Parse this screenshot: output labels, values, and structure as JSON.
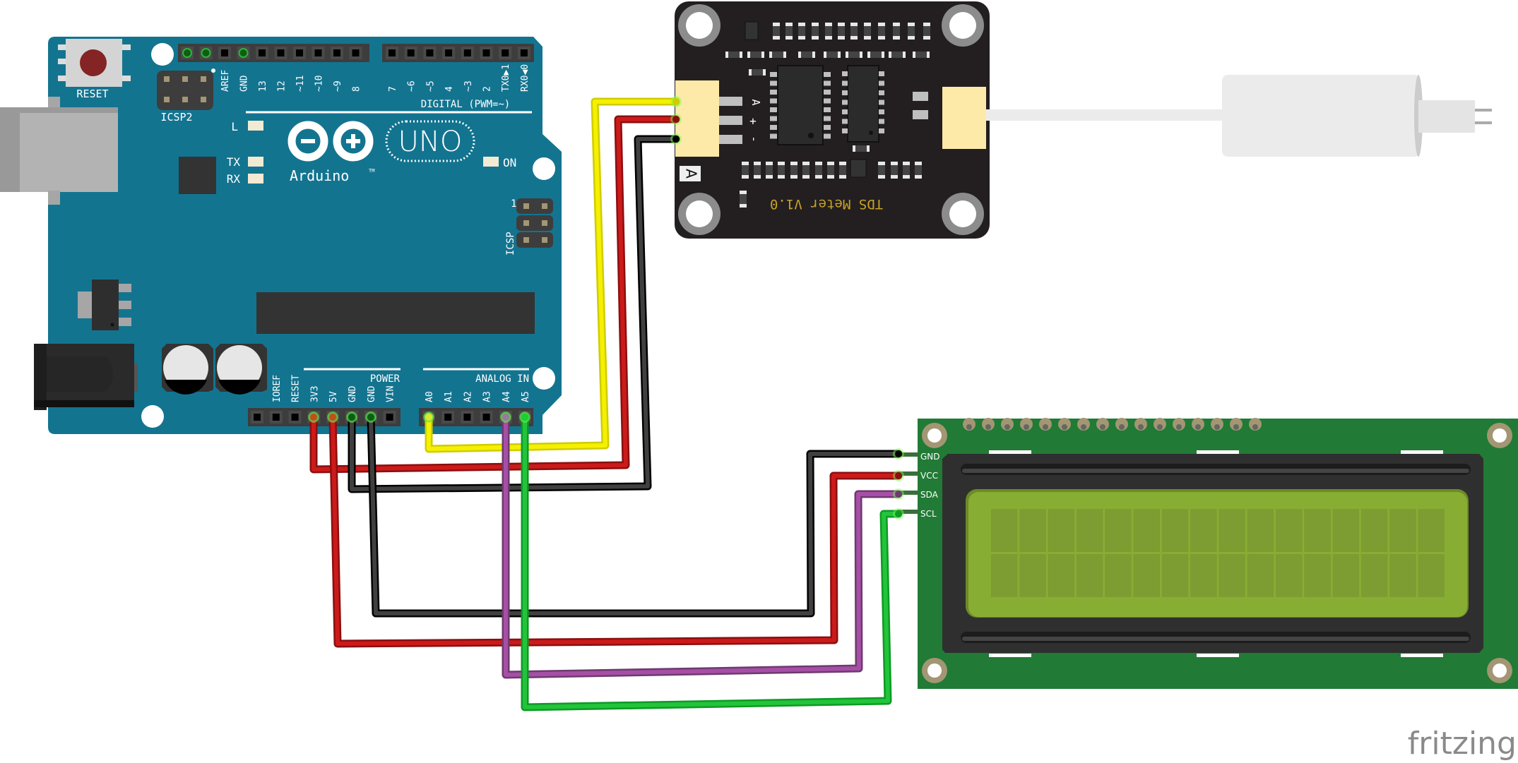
{
  "brand": {
    "watermark": "fritzing"
  },
  "arduino": {
    "reset_label": "RESET",
    "icsp2_label": "ICSP2",
    "icsp_label": "ICSP",
    "icsp_pin1": "1",
    "led_l": "L",
    "led_tx": "TX",
    "led_rx": "RX",
    "led_on": "ON",
    "logo_text": "Arduino",
    "logo_tm": "TM",
    "model": "UNO",
    "digital_header_label": "DIGITAL (PWM=~)",
    "digital_pins": [
      "AREF",
      "GND",
      "13",
      "12",
      "~11",
      "~10",
      "~9",
      "8",
      "7",
      "~6",
      "~5",
      "4",
      "~3",
      "2",
      "TX0▶1",
      "RX0◀0"
    ],
    "power_header_label": "POWER",
    "power_pins": [
      "IOREF",
      "RESET",
      "3V3",
      "5V",
      "GND",
      "GND",
      "VIN"
    ],
    "analog_header_label": "ANALOG IN",
    "analog_pins": [
      "A0",
      "A1",
      "A2",
      "A3",
      "A4",
      "A5"
    ]
  },
  "tds_module": {
    "title": "TDS Meter V1.0",
    "pin_labels": [
      "A",
      "+",
      "-"
    ],
    "marker": "A"
  },
  "lcd": {
    "pin_labels": [
      "GND",
      "VCC",
      "SDA",
      "SCL"
    ],
    "columns": 16,
    "rows": 2
  },
  "wires": [
    {
      "from": "Arduino 3V3",
      "to": "TDS +",
      "color": "#cc1a1a"
    },
    {
      "from": "Arduino 5V",
      "to": "LCD VCC",
      "color": "#cc1a1a"
    },
    {
      "from": "Arduino GND",
      "to": "TDS -",
      "color": "#404040"
    },
    {
      "from": "Arduino GND",
      "to": "LCD GND",
      "color": "#404040"
    },
    {
      "from": "Arduino A0",
      "to": "TDS A",
      "color": "#f5f000"
    },
    {
      "from": "Arduino A4",
      "to": "LCD SDA",
      "color": "#a64fa6"
    },
    {
      "from": "Arduino A5",
      "to": "LCD SCL",
      "color": "#22c43a"
    }
  ],
  "colors": {
    "arduino_board": "#137490",
    "tds_board": "#231f20",
    "lcd_pcb": "#217a35",
    "lcd_screen": "#88ad33"
  }
}
